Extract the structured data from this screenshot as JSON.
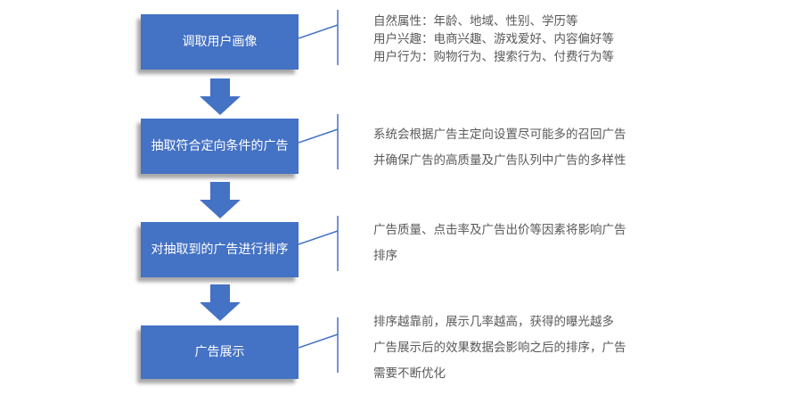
{
  "steps": [
    {
      "label": "调取用户画像",
      "notes": [
        "自然属性：年龄、地域、性别、学历等",
        "用户兴趣：电商兴趣、游戏爱好、内容偏好等",
        "用户行为：购物行为、搜索行为、付费行为等"
      ]
    },
    {
      "label": "抽取符合定向条件的广告",
      "notes": [
        "系统会根据广告主定向设置尽可能多的召回广告",
        "并确保广告的高质量及广告队列中广告的多样性"
      ]
    },
    {
      "label": "对抽取到的广告进行排序",
      "notes": [
        "广告质量、点击率及广告出价等因素将影响广告",
        "排序"
      ]
    },
    {
      "label": "广告展示",
      "notes": [
        "排序越靠前，展示几率越高，获得的曝光越多",
        "广告展示后的效果数据会影响之后的排序，广告",
        "需要不断优化"
      ]
    }
  ],
  "colors": {
    "box": "#4472c4",
    "line": "#4472c4",
    "text": "#595959"
  }
}
